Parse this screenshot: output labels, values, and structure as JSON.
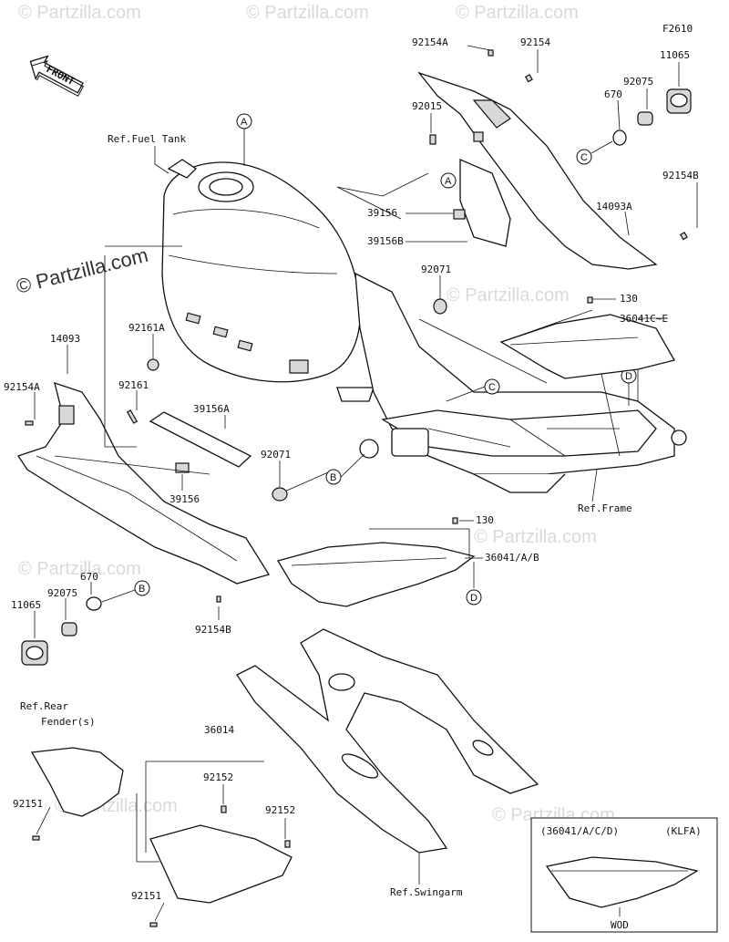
{
  "figure_code": "F2610",
  "front_label": "FRONT",
  "watermark": "© Partzilla.com",
  "ref_fuel_tank": "Ref.Fuel Tank",
  "ref_frame": "Ref.Frame",
  "ref_rear_fender_1": "Ref.Rear",
  "ref_rear_fender_2": "Fender(s)",
  "ref_swingarm": "Ref.Swingarm",
  "inset_title": "(36041/A/C/D)",
  "inset_model": "(KLFA)",
  "inset_caption": "WOD",
  "parts": {
    "p92154A_top": "92154A",
    "p92154_top": "92154",
    "p11065_top": "11065",
    "p92075_top": "92075",
    "p670_top": "670",
    "p92015": "92015",
    "p39156_top": "39156",
    "p39156B": "39156B",
    "p14093A": "14093A",
    "p92154B_right": "92154B",
    "p92071_top": "92071",
    "p130_top": "130",
    "p36041CE": "36041C~E",
    "p14093": "14093",
    "p92161A": "92161A",
    "p92154A_left": "92154A",
    "p92161": "92161",
    "p39156A": "39156A",
    "p92071_mid": "92071",
    "p39156_mid": "39156",
    "p130_mid": "130",
    "p36041AB": "36041/A/B",
    "p670_left": "670",
    "p92075_left": "92075",
    "p11065_left": "11065",
    "p92154B_left": "92154B",
    "p36014": "36014",
    "p92152_a": "92152",
    "p92152_b": "92152",
    "p92151_a": "92151",
    "p92151_b": "92151"
  },
  "callouts": {
    "A": "A",
    "B": "B",
    "C": "C",
    "D": "D"
  }
}
